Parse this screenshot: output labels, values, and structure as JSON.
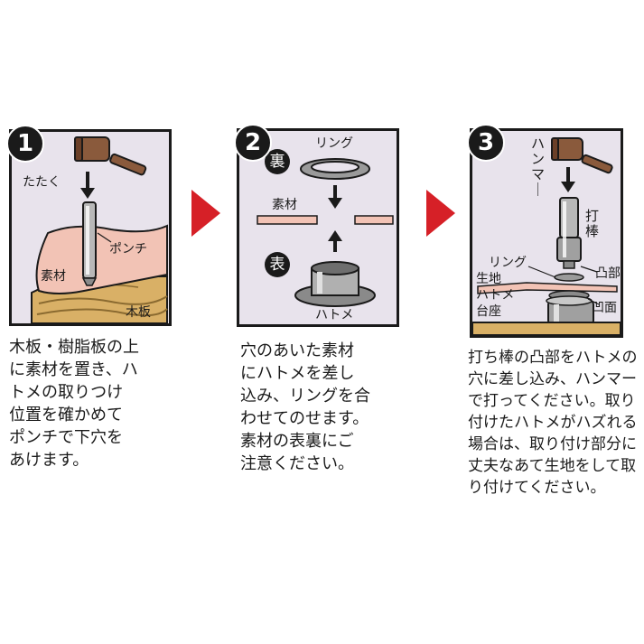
{
  "steps": [
    {
      "number": "1",
      "labels": {
        "tataku": "たたく",
        "punch": "ポンチ",
        "material": "素材",
        "board": "木板"
      },
      "description": [
        "木板・樹脂板の上",
        "に素材を置き、ハ",
        "トメの取りつけ",
        "位置を確かめて",
        "ポンチで下穴を",
        "あけます。"
      ]
    },
    {
      "number": "2",
      "labels": {
        "back": "裏",
        "front": "表",
        "ring": "リング",
        "material": "素材",
        "eyelet": "ハトメ"
      },
      "description": [
        "穴のあいた素材",
        "にハトメを差し",
        "込み、リングを合",
        "わせてのせます。",
        "素材の表裏にご",
        "注意ください。"
      ]
    },
    {
      "number": "3",
      "labels": {
        "hammer": "ハンマー",
        "punch_rod": "打棒",
        "ring": "リング",
        "convex": "凸部",
        "fabric": "生地",
        "eyelet": "ハトメ",
        "concave": "凹面",
        "base": "台座"
      },
      "description": [
        "打ち棒の凸部をハトメの",
        "穴に差し込み、ハンマー",
        "で打ってください。取り",
        "付けたハトメがハズれる",
        "場合は、取り付け部分に",
        "丈夫なあて生地をして取",
        "り付けてください。"
      ]
    }
  ],
  "colors": {
    "panel_bg": "#e8e3ec",
    "next_arrow": "#d62027",
    "hammer": "#8a5a3c",
    "skin": "#f2c3b5",
    "wood": "#d9b066",
    "metal": "#9a9a9a"
  }
}
